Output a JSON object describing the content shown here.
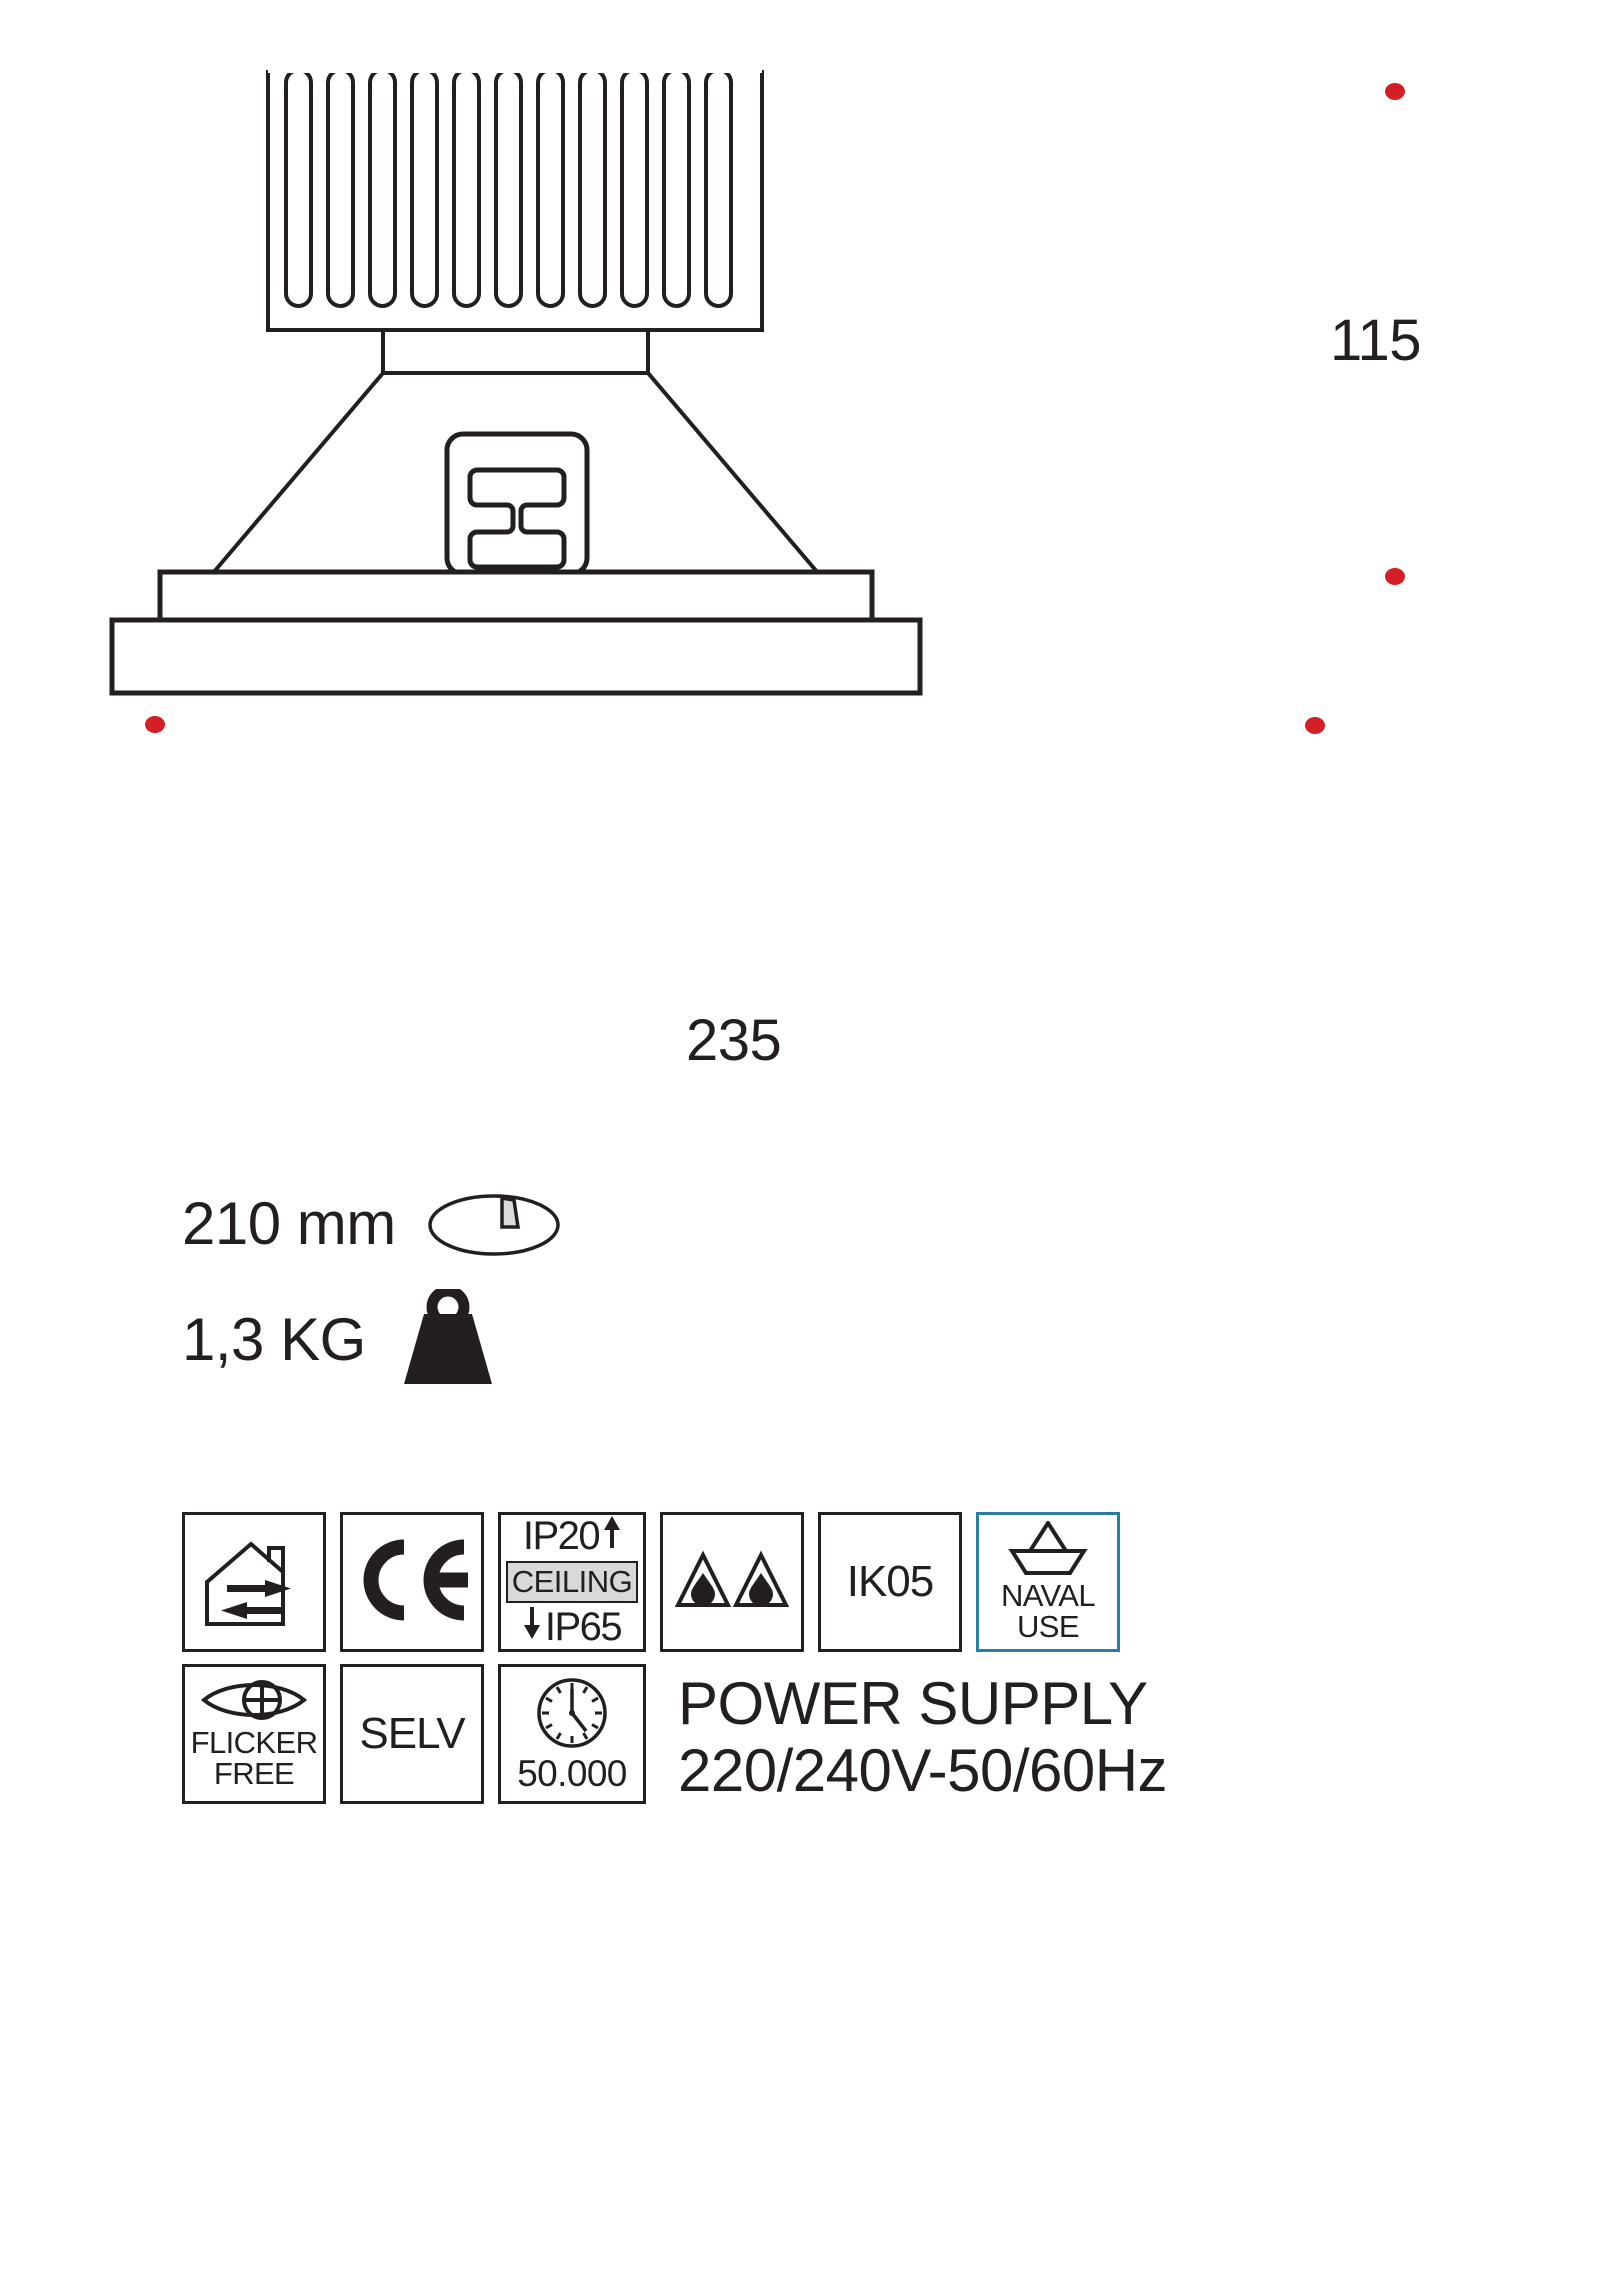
{
  "drawing": {
    "dimensions": {
      "height_label": "115",
      "width_label": "235"
    },
    "markers": {
      "color": "#d51f26",
      "count": 4
    },
    "components": {
      "heatsink_fin_count": 11,
      "parts": [
        "heatsink",
        "neck",
        "reflector-cone",
        "mount-bracket",
        "upper-rim",
        "lower-flange"
      ]
    }
  },
  "specs": [
    {
      "id": "cutout",
      "value": "210 mm",
      "icon": "ceiling-cutout-icon"
    },
    {
      "id": "weight",
      "value": "1,3 KG",
      "icon": "weight-icon"
    }
  ],
  "badges": {
    "row1": [
      {
        "id": "indoor-outdoor",
        "type": "icon",
        "icon": "house-arrows-icon",
        "label": ""
      },
      {
        "id": "ce",
        "type": "icon",
        "icon": "ce-mark-icon",
        "label": "CE"
      },
      {
        "id": "ip-rating",
        "type": "ip",
        "top": "IP20",
        "middle": "CEILING",
        "bottom": "IP65",
        "top_arrow": "up-arrow-icon",
        "bottom_arrow": "down-arrow-icon"
      },
      {
        "id": "water-protection",
        "type": "icon",
        "icon": "water-drop-triangles-icon",
        "label": ""
      },
      {
        "id": "impact-rating",
        "type": "text",
        "label": "IK05"
      },
      {
        "id": "naval-use",
        "type": "naval",
        "line1": "NAVAL",
        "line2": "USE",
        "icon": "boat-hull-icon",
        "border_color": "#2b7f9e"
      }
    ],
    "row2": [
      {
        "id": "flicker-free",
        "type": "stack",
        "icon": "eye-icon",
        "line1": "FLICKER",
        "line2": "FREE"
      },
      {
        "id": "selv",
        "type": "text",
        "label": "SELV"
      },
      {
        "id": "lifetime-hours",
        "type": "stack",
        "icon": "clock-icon",
        "line1": "50.000",
        "line2": ""
      }
    ]
  },
  "power_supply": {
    "line1": "POWER SUPPLY",
    "line2": "220/240V-50/60Hz"
  }
}
